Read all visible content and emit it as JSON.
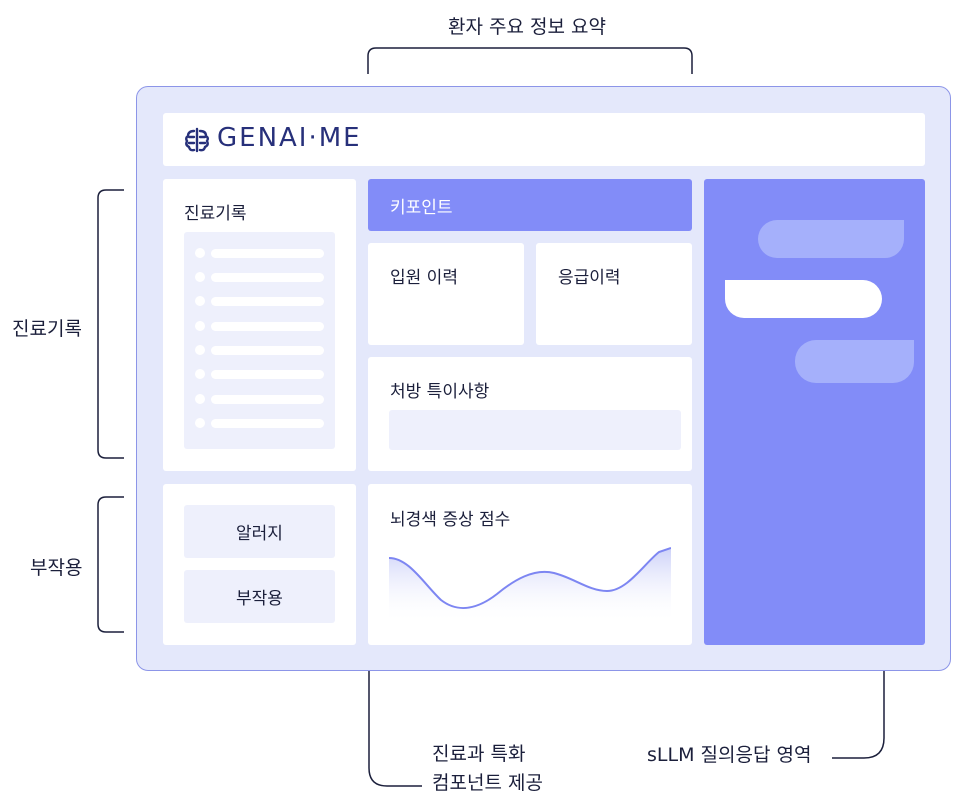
{
  "annotations": {
    "top": "환자 주요 정보 요약",
    "left_records": "진료기록",
    "left_side_effects": "부작용",
    "bottom_components_line1": "진료과 특화",
    "bottom_components_line2": "컴포넌트 제공",
    "bottom_sllm": "sLLM 질의응답 영역"
  },
  "header": {
    "logo_text": "GENAI·ME",
    "logo_icon": "brain-icon"
  },
  "panels": {
    "records_title": "진료기록",
    "keypoint_title": "키포인트",
    "admission_title": "입원 이력",
    "emergency_title": "응급이력",
    "prescription_title": "처방 특이사항",
    "allergy_button": "알러지",
    "side_effect_button": "부작용",
    "stroke_score_title": "뇌경색 증상 점수"
  },
  "colors": {
    "frame_bg": "#e4e8fb",
    "frame_border": "#8c95e8",
    "accent": "#828cf8",
    "bubble": "#a5b0fb",
    "logo": "#27307a"
  }
}
